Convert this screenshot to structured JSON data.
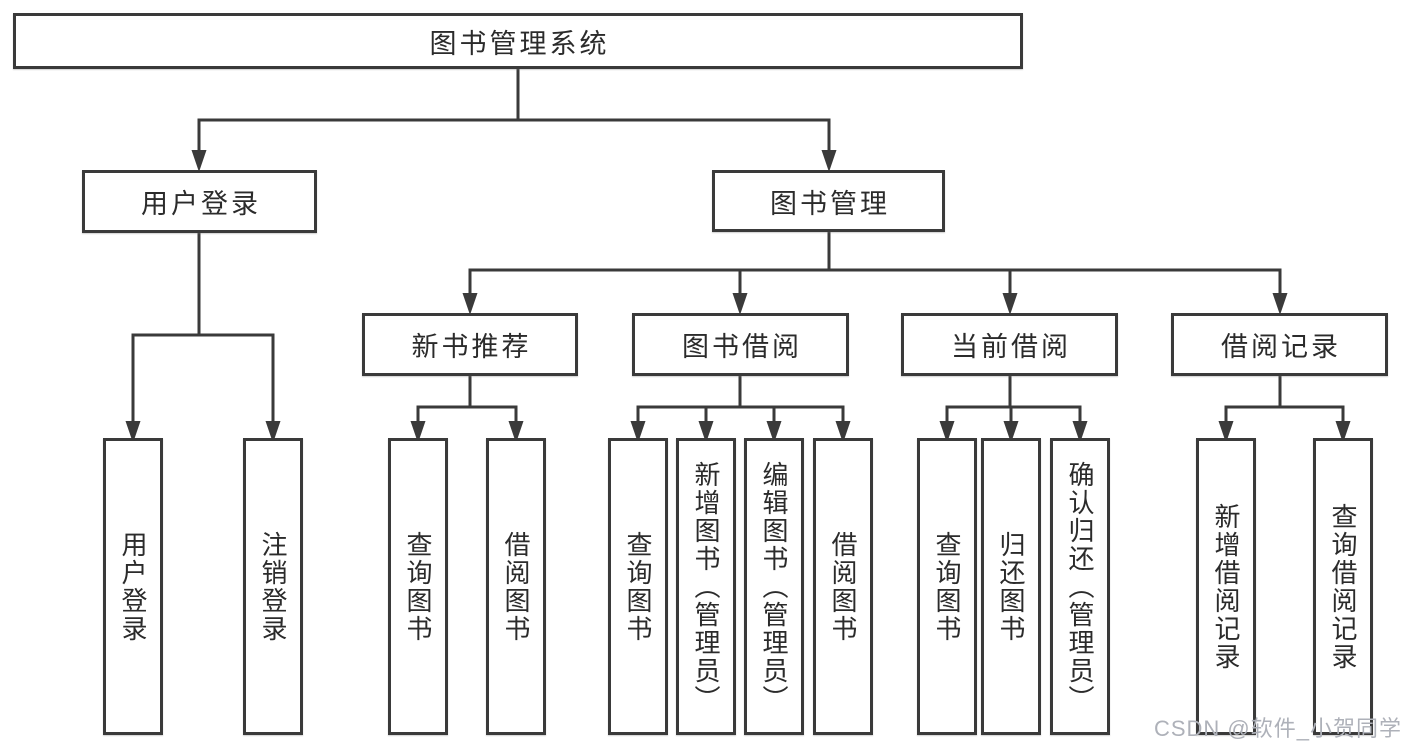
{
  "diagram": {
    "type": "hierarchy-tree",
    "colors": {
      "line": "#3a3a3a",
      "box_border": "#3a3a3a",
      "box_fill": "#ffffff",
      "text": "#2b2b2b",
      "watermark": "#aeb1b9"
    },
    "tree": {
      "root": {
        "label": "图书管理系统"
      },
      "branches": [
        {
          "label": "用户登录",
          "children": [
            {
              "label": "用户登录"
            },
            {
              "label": "注销登录"
            }
          ]
        },
        {
          "label": "图书管理",
          "children": [
            {
              "label": "新书推荐",
              "children": [
                {
                  "label": "查询图书"
                },
                {
                  "label": "借阅图书"
                }
              ]
            },
            {
              "label": "图书借阅",
              "children": [
                {
                  "label": "查询图书"
                },
                {
                  "label": "新增图书（管理员）"
                },
                {
                  "label": "编辑图书（管理员）"
                },
                {
                  "label": "借阅图书"
                }
              ]
            },
            {
              "label": "当前借阅",
              "children": [
                {
                  "label": "查询图书"
                },
                {
                  "label": "归还图书"
                },
                {
                  "label": "确认归还（管理员）"
                }
              ]
            },
            {
              "label": "借阅记录",
              "children": [
                {
                  "label": "新增借阅记录"
                },
                {
                  "label": "查询借阅记录"
                }
              ]
            }
          ]
        }
      ]
    },
    "watermark": {
      "text": "CSDN @软件_小贺同学"
    }
  }
}
